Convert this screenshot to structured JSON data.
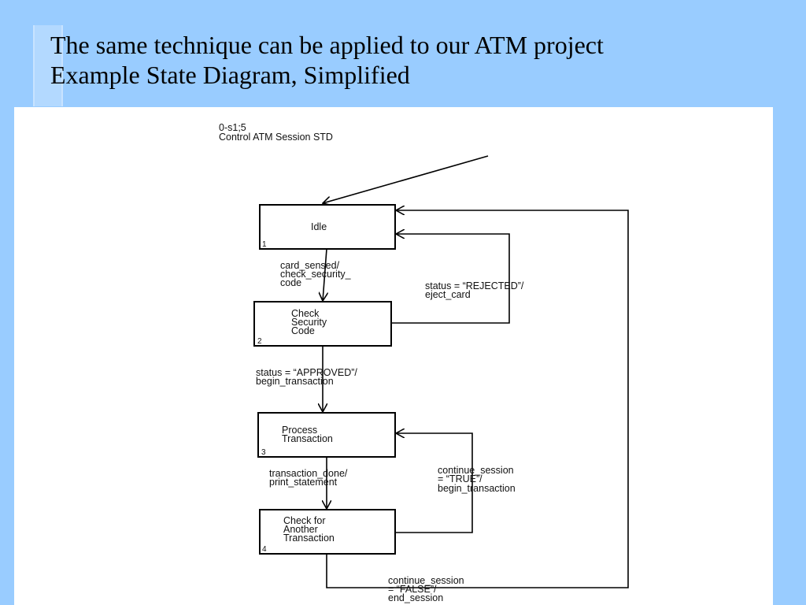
{
  "slide": {
    "title_line1": "The same technique can be applied to our ATM project",
    "title_line2": "Example State Diagram, Simplified"
  },
  "diagram": {
    "header": [
      "0-s1;5",
      "Control ATM Session STD"
    ],
    "states": [
      {
        "id": "idle",
        "lines": [
          "Idle"
        ],
        "number": "1"
      },
      {
        "id": "check-security-code",
        "lines": [
          "Check",
          "Security",
          "Code"
        ],
        "number": "2"
      },
      {
        "id": "process-transaction",
        "lines": [
          "Process",
          "Transaction"
        ],
        "number": "3"
      },
      {
        "id": "check-another-transaction",
        "lines": [
          "Check for",
          "Another",
          "Transaction"
        ],
        "number": "4"
      }
    ],
    "transitions": [
      {
        "id": "card-sensed",
        "lines": [
          "card_sensed/",
          "check_security_",
          "code"
        ]
      },
      {
        "id": "status-rejected",
        "lines": [
          "status = “REJECTED”/",
          "eject_card"
        ]
      },
      {
        "id": "status-approved",
        "lines": [
          "status = “APPROVED”/",
          "begin_transaction"
        ]
      },
      {
        "id": "transaction-done",
        "lines": [
          "transaction_done/",
          "print_statement"
        ]
      },
      {
        "id": "continue-true",
        "lines": [
          "continue_session",
          "= “TRUE”/",
          "begin_transaction"
        ]
      },
      {
        "id": "continue-false",
        "lines": [
          "continue_session",
          "= “FALSE”/",
          "end_session"
        ]
      }
    ]
  }
}
